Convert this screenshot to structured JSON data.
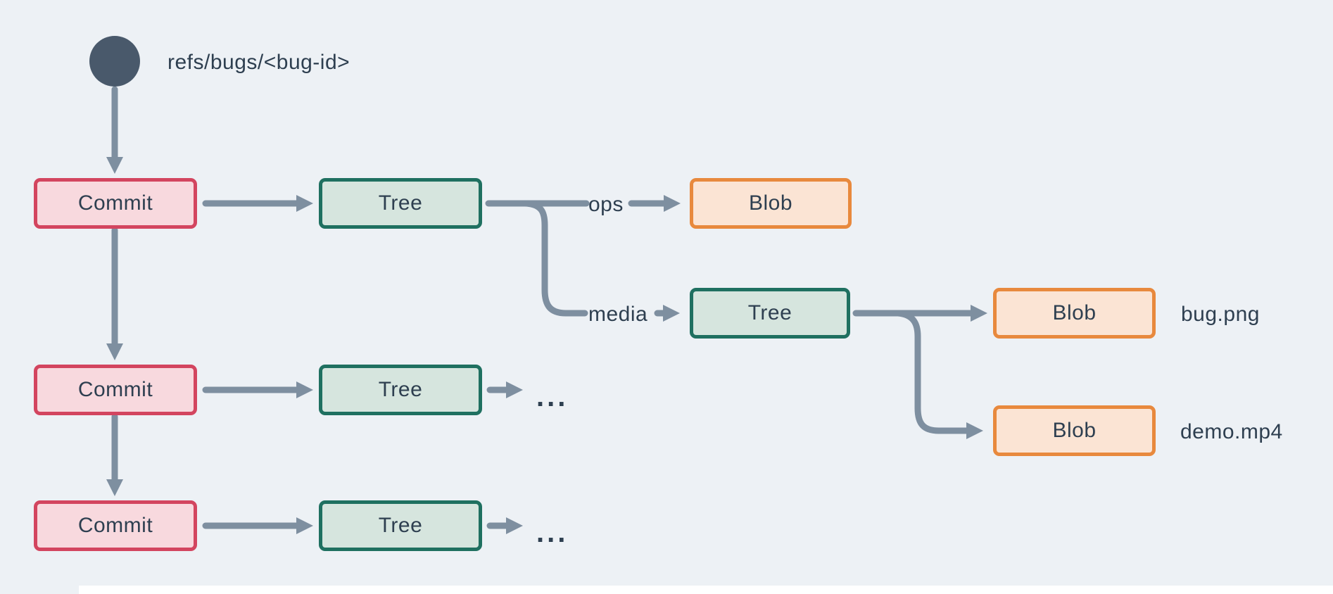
{
  "diagram": {
    "ref": {
      "label": "refs/bugs/<bug-id>"
    },
    "nodes": {
      "commit1": {
        "label": "Commit"
      },
      "commit2": {
        "label": "Commit"
      },
      "commit3": {
        "label": "Commit"
      },
      "tree_root1": {
        "label": "Tree"
      },
      "tree_root2": {
        "label": "Tree"
      },
      "tree_root3": {
        "label": "Tree"
      },
      "blob_ops": {
        "label": "Blob"
      },
      "tree_media": {
        "label": "Tree"
      },
      "blob_bug": {
        "label": "Blob"
      },
      "blob_demo": {
        "label": "Blob"
      }
    },
    "edge_labels": {
      "ops": "ops",
      "media": "media"
    },
    "file_labels": {
      "bug_png": "bug.png",
      "demo_mp4": "demo.mp4"
    },
    "ellipsis_row2": "...",
    "ellipsis_row3": "...",
    "colors": {
      "background": "#edf1f5",
      "text": "#2e3f50",
      "arrow": "#7e8fa0",
      "ref_circle": "#49596b",
      "commit_fill": "#f8d9de",
      "commit_border": "#d3455f",
      "tree_fill": "#d6e5de",
      "tree_border": "#1f7060",
      "blob_fill": "#fbe4d4",
      "blob_border": "#e8893d"
    }
  }
}
